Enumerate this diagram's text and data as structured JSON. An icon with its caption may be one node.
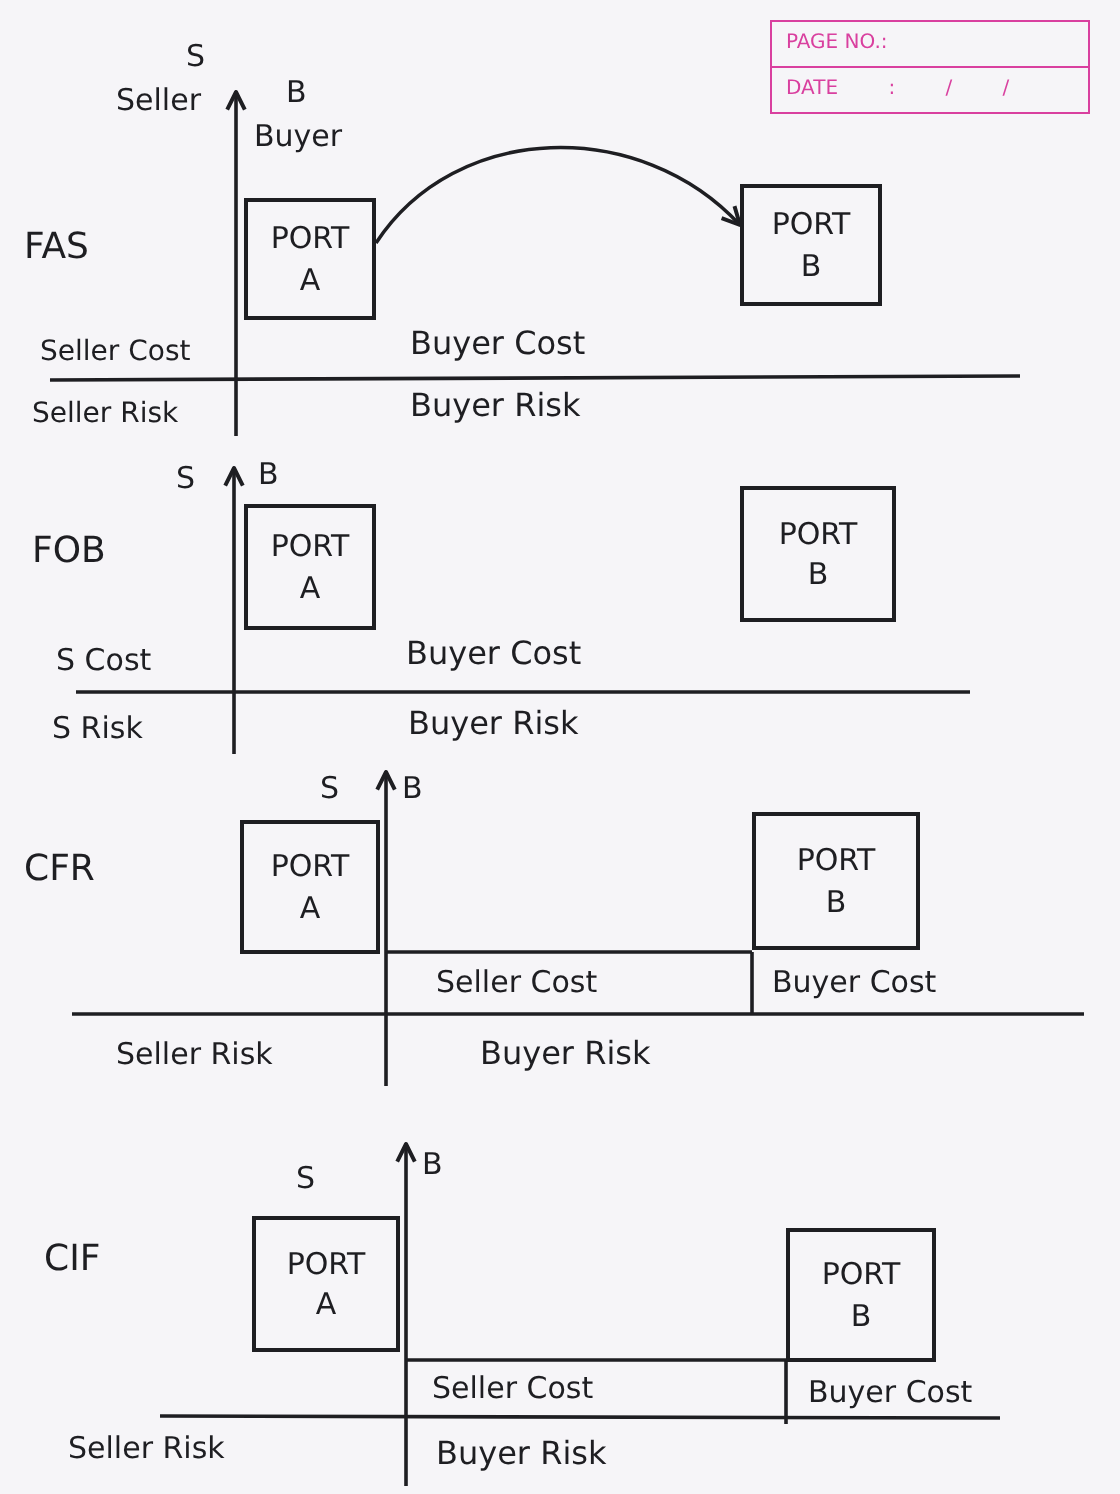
{
  "diagram": {
    "nodes": [
      {
        "text": [
          "PORT A"
        ]
      },
      {
        "text": [
          "PORT B"
        ]
      },
      {
        "text": [
          "PORT A"
        ]
      },
      {
        "text": [
          "PORT B"
        ]
      },
      {
        "text": [
          "PORT A"
        ]
      },
      {
        "text": [
          "PORT B"
        ]
      },
      {
        "text": [
          "PORT A"
        ]
      },
      {
        "text": [
          "PORT B"
        ]
      }
    ],
    "edges": [
      {
        "from": 0,
        "to": 1,
        "arrow": "to"
      }
    ],
    "labels": [
      "PAGE NO.:",
      "DATE : / /",
      "S",
      "Seller",
      "B",
      "Buyer",
      "FAS",
      "Seller Cost",
      "Buyer Cost",
      "Seller Risk",
      "Buyer Risk",
      "S",
      "B",
      "FOB",
      "S Cost",
      "Buyer Cost",
      "S Risk",
      "Buyer Risk",
      "S",
      "B",
      "CFR",
      "Seller Cost",
      "Buyer Cost",
      "Seller Risk",
      "Buyer Risk",
      "S",
      "B",
      "CIF",
      "Seller Cost",
      "Buyer Cost",
      "Seller Risk",
      "Buyer Risk"
    ]
  }
}
